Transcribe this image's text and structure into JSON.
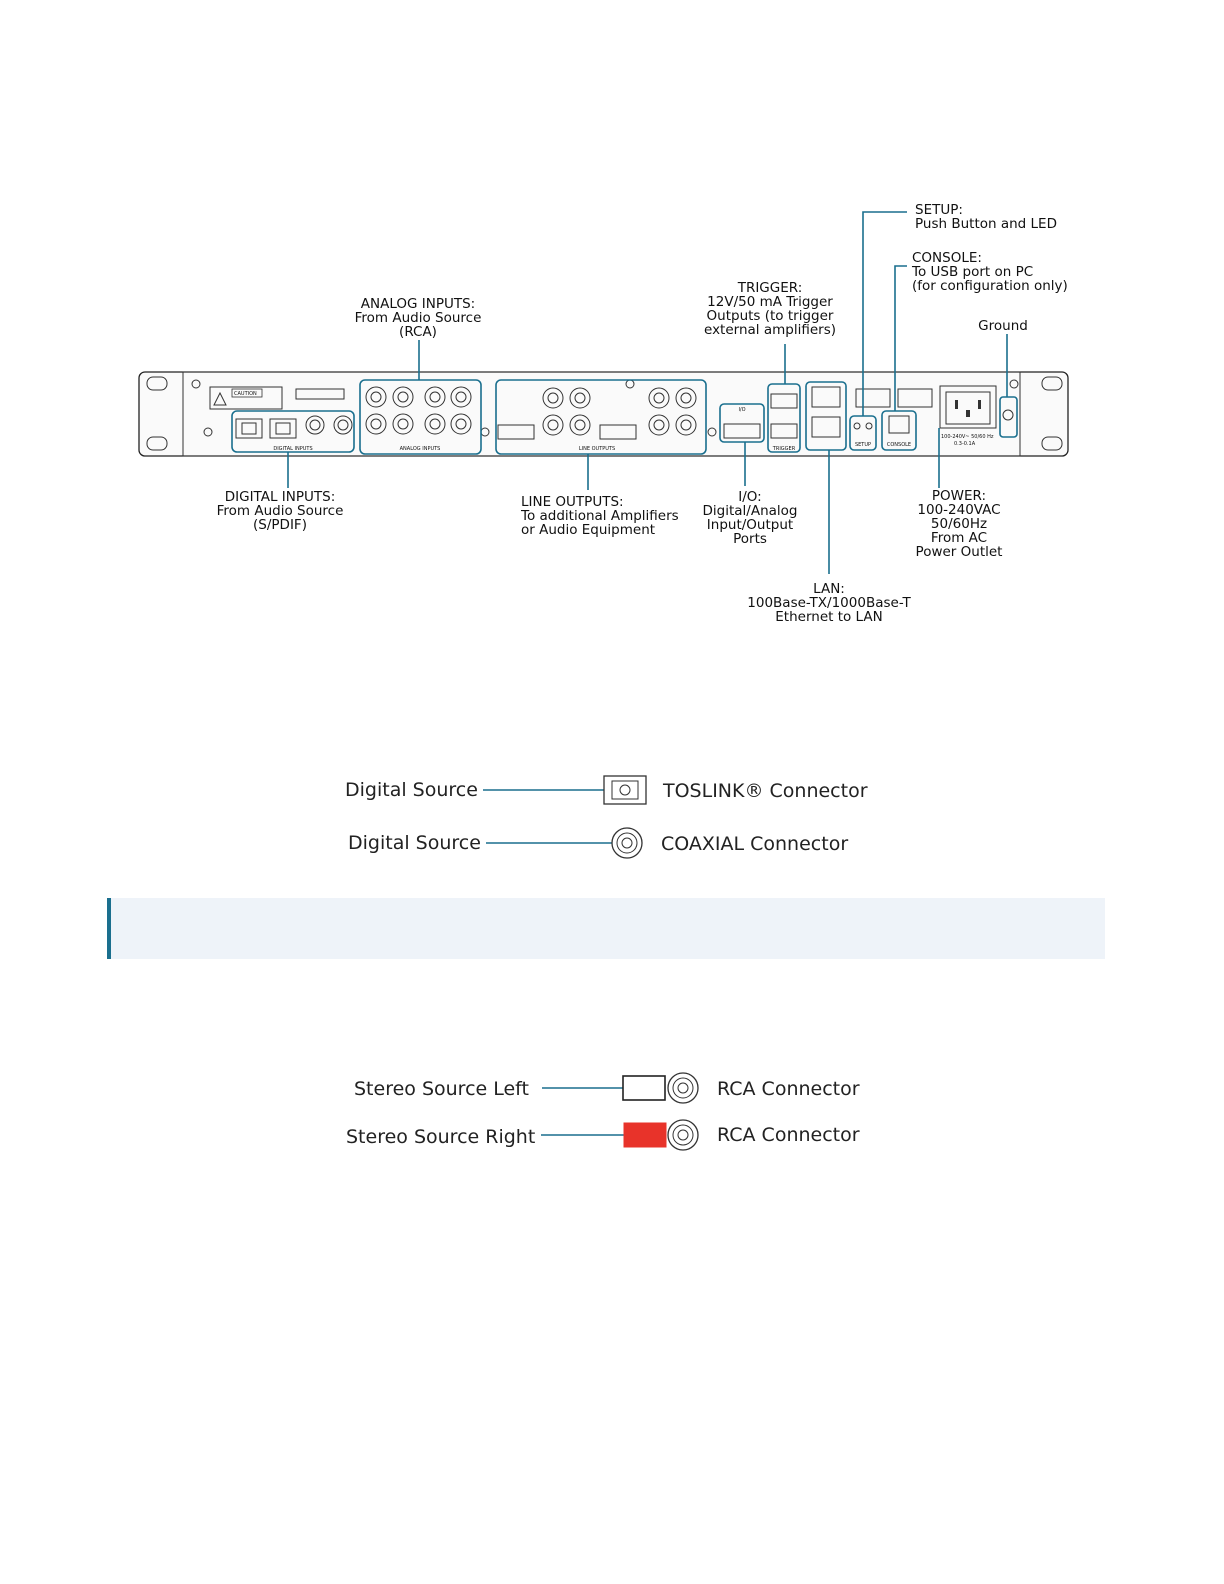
{
  "diagram": {
    "callouts": {
      "setup": [
        "SETUP:",
        "Push Button and LED"
      ],
      "console": [
        "CONSOLE:",
        "To USB port on PC",
        "(for configuration only)"
      ],
      "ground": [
        "Ground"
      ],
      "trigger": [
        "TRIGGER:",
        "12V/50 mA Trigger",
        "Outputs (to trigger",
        "external amplifiers)"
      ],
      "analog_inputs": [
        "ANALOG INPUTS:",
        "From Audio Source",
        "(RCA)"
      ],
      "digital_inputs": [
        "DIGITAL INPUTS:",
        "From Audio Source",
        "(S/PDIF)"
      ],
      "line_outputs": [
        "LINE OUTPUTS:",
        "To additional Amplifiers",
        "or Audio Equipment"
      ],
      "io": [
        "I/O:",
        "Digital/Analog",
        "Input/Output",
        "Ports"
      ],
      "power": [
        "POWER:",
        "100-240VAC",
        "50/60Hz",
        "From AC",
        "Power Outlet"
      ],
      "lan": [
        "LAN:",
        "100Base-TX/1000Base-T",
        "Ethernet to LAN"
      ]
    },
    "panel_labels": {
      "caution": "CAUTION",
      "digital_inputs": "DIGITAL INPUTS",
      "analog_inputs": "ANALOG INPUTS",
      "line_outputs": "LINE OUTPUTS",
      "trigger": "TRIGGER",
      "setup": "SETUP",
      "console": "CONSOLE",
      "io": "I/O",
      "power_rating": "100-240V~ 50/60 Hz",
      "power_current": "0.3-0.1A"
    }
  },
  "digital_legend": {
    "rows": [
      {
        "source": "Digital Source",
        "connector": "TOSLINK® Connector",
        "icon": "toslink-icon"
      },
      {
        "source": "Digital Source",
        "connector": "COAXIAL Connector",
        "icon": "coaxial-icon"
      }
    ]
  },
  "analog_legend": {
    "rows": [
      {
        "source": "Stereo Source Left",
        "connector": "RCA Connector",
        "swatch_color": "#ffffff"
      },
      {
        "source": "Stereo Source Right",
        "connector": "RCA Connector",
        "swatch_color": "#e8332a"
      }
    ]
  },
  "colors": {
    "accent": "#1a6f8e",
    "note_background": "#eef3f9",
    "right_channel": "#e8332a"
  }
}
